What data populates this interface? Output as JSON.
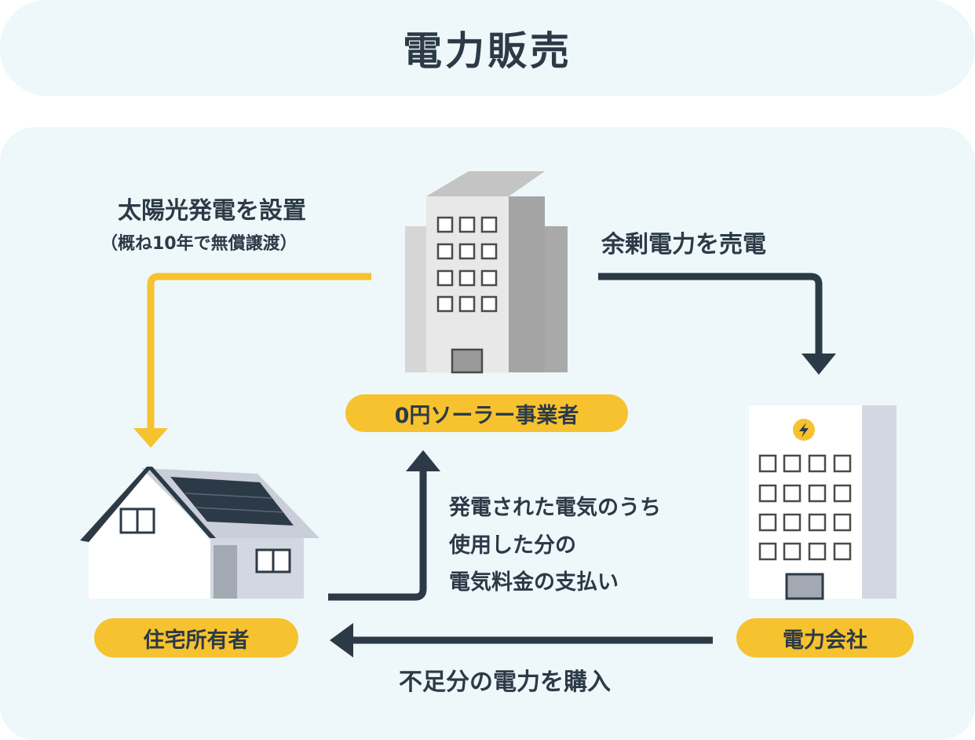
{
  "header": {
    "title": "電力販売"
  },
  "nodes": {
    "solar_company": "0円ソーラー事業者",
    "homeowner": "住宅所有者",
    "power_company": "電力会社"
  },
  "flows": {
    "install": {
      "line1": "太陽光発電を設置",
      "line2": "（概ね10年で無償譲渡）"
    },
    "sell_surplus": "余剰電力を売電",
    "payment": {
      "line1": "発電された電気のうち",
      "line2": "使用した分の",
      "line3": "電気料金の支払い"
    },
    "buy_shortage": "不足分の電力を購入"
  },
  "colors": {
    "yellow_accent": "#f7c22f",
    "dark_navy": "#2c3a47",
    "panel_bg": "#eef7fa"
  }
}
